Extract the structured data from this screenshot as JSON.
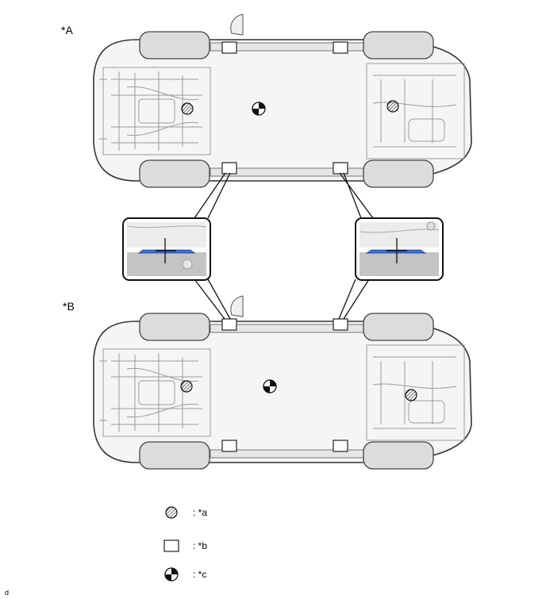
{
  "labels": {
    "view_a": "*A",
    "view_b": "*B"
  },
  "legend": [
    {
      "symbol": "hatched-circle",
      "text": ": *a"
    },
    {
      "symbol": "square",
      "text": ": *b"
    },
    {
      "symbol": "cg-symbol",
      "text": ": *c"
    }
  ],
  "corner_code": "d",
  "colors": {
    "outline": "#333333",
    "body_fill": "#f4f4f4",
    "detail": "#bdbdbd",
    "tire": "#dcdcdc",
    "pad": "#3a6fd8",
    "ground": "#c4c4c4"
  }
}
